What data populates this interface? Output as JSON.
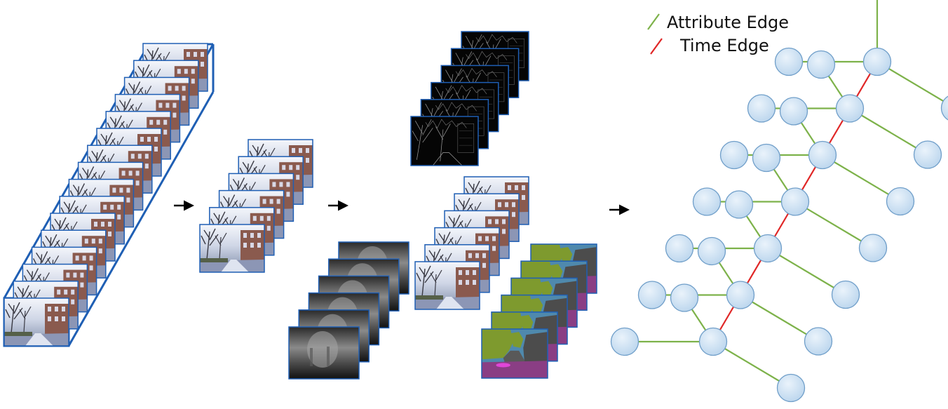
{
  "legend": {
    "attribute_edge_label": "Attribute Edge",
    "time_edge_label": "Time Edge",
    "attribute_edge_color": "#7db24a",
    "time_edge_color": "#e02626"
  },
  "colors": {
    "node_fill": "#bdd7ee",
    "node_stroke": "#6f9ec9",
    "box_frame": "#1f5fb4",
    "arrow": "#000000"
  },
  "stages": [
    {
      "name": "raw-video-frames",
      "frame_count": 16,
      "frame_type": "rgb"
    },
    {
      "name": "sampled-frames",
      "frame_count": 6,
      "frame_type": "rgb"
    },
    {
      "name": "edge-maps",
      "frame_count": 6,
      "frame_type": "edge"
    },
    {
      "name": "depth-maps",
      "frame_count": 6,
      "frame_type": "depth"
    },
    {
      "name": "rgb-frames",
      "frame_count": 6,
      "frame_type": "rgb"
    },
    {
      "name": "segmentation-maps",
      "frame_count": 6,
      "frame_type": "segmentation"
    },
    {
      "name": "graph",
      "time_node_count": 7,
      "attribute_nodes_per_time_node": 3
    }
  ]
}
